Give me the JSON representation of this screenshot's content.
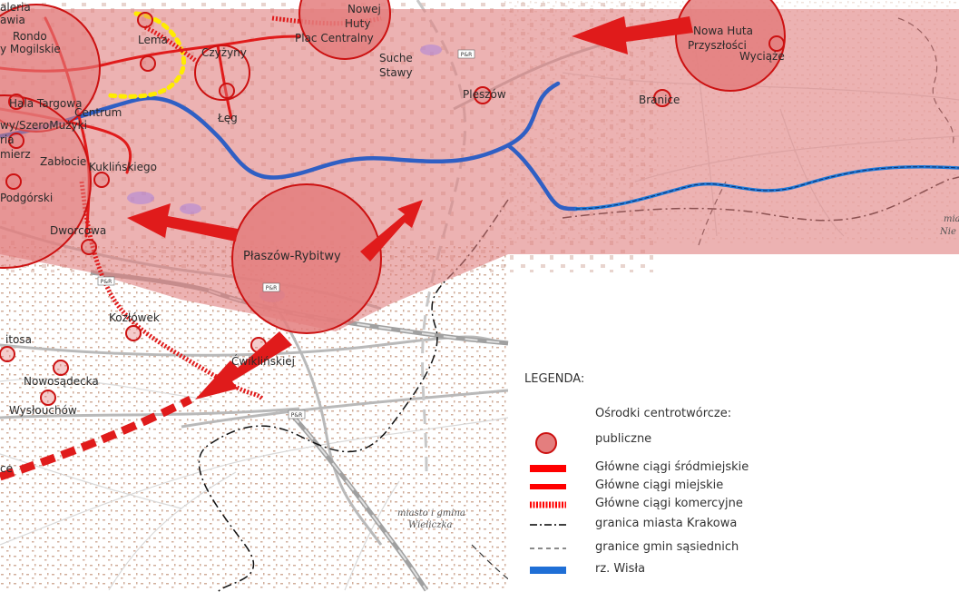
{
  "map": {
    "places": {
      "galeria": "aleria",
      "kawia": "awia",
      "rondo": "Rondo",
      "mogilskie": "y Mogilskie",
      "lema": "Lema",
      "czyzyny": "Czyżyny",
      "nowa_huta_top": "Nowej",
      "huty": "Huty",
      "plac_centralny": "Plac Centralny",
      "suche": "Suche",
      "stawy": "Stawy",
      "nowa_huta_przyszlosci_1": "Nowa Huta",
      "nowa_huta_przyszlosci_2": "Przyszłości",
      "wyciaze": "Wyciąże",
      "hala_targowa": "Hala Targowa",
      "centrum": "Centrum",
      "szeromuzyki": "wy/SzeroMużyki",
      "leg": "Łęg",
      "pleszow": "Pleszów",
      "branice": "Branice",
      "ria": "ria",
      "zablocie": "Zabłocie",
      "kazimierz": "mierz",
      "kuklinskiego": "Kuklińskiego",
      "podgorski": "Podgórski",
      "dworcowa": "Dworcowa",
      "plaszow_rybitwy": "Płaszów-Rybitwy",
      "kozlowek": "Kozłówek",
      "witosa": "itosa",
      "nowosadecka": "Nowosądecka",
      "wysłouchow": "Wysłouchów",
      "cwierkiskiej": "Ćwiklińskiej",
      "ce": "ce",
      "miasto_gmina_1": "miasto i gmina",
      "miasto_gmina_2": "Wieliczka",
      "mia": "mia",
      "nie": "Nie",
      "pr1": "P&R",
      "pr2": "P&R",
      "pr3": "P&R",
      "pr4": "P&R"
    }
  },
  "legend": {
    "title": "LEGENDA:",
    "centers_category": "Ośrodki centrotwórcze:",
    "centers_public": "publiczne",
    "items": [
      {
        "label": "Główne ciągi śródmiejskie",
        "color": "#ff0000"
      },
      {
        "label": "Główne ciągi miejskie",
        "color": "#ff0000"
      },
      {
        "label": "Główne ciągi komercyjne",
        "color": "#ff0000"
      },
      {
        "label": "granica miasta Krakowa",
        "color": "#000000"
      },
      {
        "label": "granice gmin sąsiednich",
        "color": "#444444"
      },
      {
        "label": "rz. Wisła",
        "color": "#1f6fd6"
      }
    ]
  },
  "colors": {
    "zone_fill": "#e79a9a",
    "center_fill": "#e47e7e",
    "center_stroke": "#cc1111",
    "arrow": "#e01b1b",
    "river": "#2f5fc4",
    "river_east": "#1f7ad9",
    "road_gray": "#b9b9b9",
    "rail_gray": "#9a9a9a",
    "corridor_yellow": "#ffec00"
  }
}
